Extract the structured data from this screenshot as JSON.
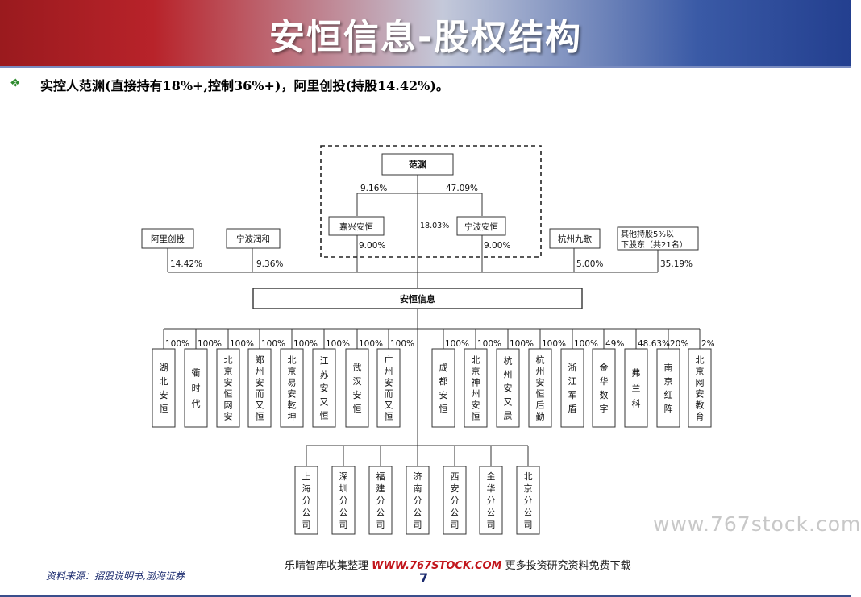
{
  "header": {
    "title": "安恒信息-股权结构"
  },
  "headline": "实控人范渊(直接持有18%+,控制36%+)，阿里创投(持股14.42%)。",
  "colors": {
    "title_red": "#b8232a",
    "title_blue": "#233f8f",
    "bullet_green": "#2e8b2e"
  },
  "diagram": {
    "controller": "范渊",
    "jiaxing": {
      "name": "嘉兴安恒",
      "upper_pct": "9.16%",
      "lower_pct": "9.00%"
    },
    "ningbo": {
      "name": "宁波安恒",
      "upper_pct": "47.09%",
      "lower_pct": "9.00%"
    },
    "direct_pct": "18.03%",
    "shareholders": [
      {
        "name": "阿里创投",
        "pct": "14.42%"
      },
      {
        "name": "宁波润和",
        "pct": "9.36%"
      },
      {
        "name": "杭州九歌",
        "pct": "5.00%"
      },
      {
        "name1": "其他持股5%以",
        "name2": "下股东（共21名）",
        "pct": "35.19%"
      }
    ],
    "company": "安恒信息",
    "subsidiaries": [
      {
        "name": "湖北安恒",
        "pct": "100%"
      },
      {
        "name": "衢时代",
        "pct": "100%"
      },
      {
        "name": "北京安恒网安",
        "pct": "100%"
      },
      {
        "name": "郑州安而又恒",
        "pct": "100%"
      },
      {
        "name": "北京易安乾坤",
        "pct": "100%"
      },
      {
        "name": "江苏安又恒",
        "pct": "100%"
      },
      {
        "name": "武汉安恒",
        "pct": "100%"
      },
      {
        "name": "广州安而又恒",
        "pct": "100%"
      },
      {
        "name": "成都安恒",
        "pct": "100%"
      },
      {
        "name": "北京神州安恒",
        "pct": "100%"
      },
      {
        "name": "杭州安又晨",
        "pct": "100%"
      },
      {
        "name": "杭州安恒后勤",
        "pct": "100%"
      },
      {
        "name": "浙江军盾",
        "pct": "100%"
      },
      {
        "name": "金华数字",
        "pct": "49%"
      },
      {
        "name": "弗兰科",
        "pct": "48.63%"
      },
      {
        "name": "南京红阵",
        "pct": "20%"
      },
      {
        "name": "北京网安教育",
        "pct": "2%"
      }
    ],
    "branches": [
      "上海分公司",
      "深圳分公司",
      "福建分公司",
      "济南分公司",
      "西安分公司",
      "金华分公司",
      "北京分公司"
    ]
  },
  "watermark": "www.767stock.com",
  "footer": {
    "source": "资料来源：招股说明书,渤海证券",
    "banner_prefix": "乐晴智库收集整理",
    "banner_site": "WWW.767STOCK.COM",
    "banner_suffix": "更多投资研究资料免费下载",
    "page_number": "7"
  }
}
